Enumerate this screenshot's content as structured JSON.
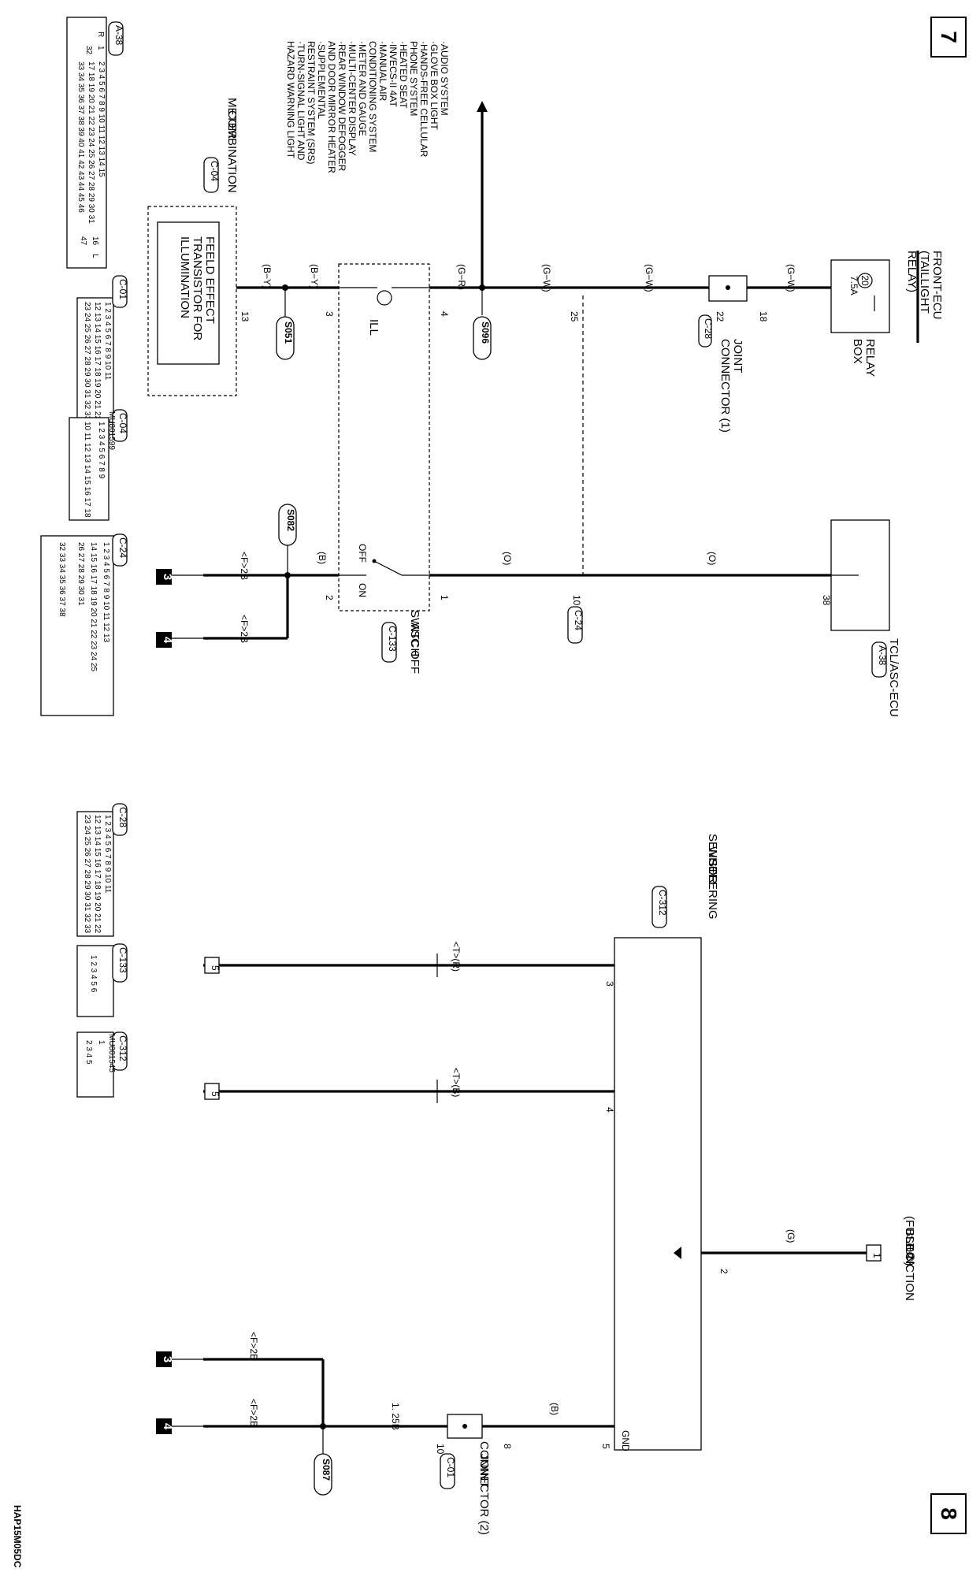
{
  "page_numbers": {
    "top": "7",
    "bottom": "8"
  },
  "figure_id": "HAP15M05DC",
  "components": {
    "front_ecu": [
      "FRONT-ECU",
      "(TAILLIGHT",
      "RELAY)"
    ],
    "relay_box": [
      "RELAY",
      "BOX"
    ],
    "fuse_number": "20",
    "fuse_rating": "7.5A",
    "joint_connector_1": [
      "JOINT",
      "CONNECTOR (1)"
    ],
    "joint_connector_1_tag": "C-28",
    "tcl_ecu": "TCL/ASC-ECU",
    "tcl_ecu_tag": "A-38",
    "asc_off_switch": [
      "ASC OFF",
      "SWITCH"
    ],
    "asc_off_switch_tag": "C-133",
    "asc_ill": "ILL",
    "asc_off_label": "OFF",
    "asc_on_label": "ON",
    "combination_meter": [
      "COMBINATION",
      "METER"
    ],
    "combination_meter_tag": "C-04",
    "fet": [
      "FEELD EFFECT",
      "TRANSISTOR FOR",
      "ILLUMINATION"
    ],
    "junction_block": [
      "JUNCTION",
      "BLOCK",
      "(FUSE②)"
    ],
    "steering_sensor": [
      "STEERING",
      "WHEEL",
      "SENSOR"
    ],
    "steering_sensor_tag": "C-312",
    "gnd_label": "GND",
    "joint_connector_2": [
      "JOINT",
      "CONNECTOR (2)"
    ],
    "joint_connector_2_tag": "C-01"
  },
  "system_list": [
    "·AUDIO SYSTEM",
    "·GLOVE BOX LIGHT",
    "·HANDS-FREE CELLULAR",
    "  PHONE SYSTEM",
    "·HEATED SEAT",
    "·INVECS-II 4AT",
    "·MANUAL AIR",
    "  CONDITIONING SYSTEM",
    "·METER AND GAUGE",
    "·MULTI-CENTER DISPLAY",
    "·REAR WINDOW DEFOGGER",
    "  AND DOOR MIRROR HEATER",
    "·SUPPLEMENTAL",
    "  RESTRAINT SYSTEM (SRS)",
    "·TURN-SIGNAL LIGHT AND",
    "  HAZARD WARNING LIGHT"
  ],
  "wire_colors": {
    "gw1": "(G−W)",
    "gw2": "(G−W)",
    "gw3": "(G−W)",
    "gr": "(G−R)",
    "by1": "(B−Y)",
    "by2": "(B−Y)",
    "o1": "(O)",
    "o2": "(O)",
    "b1": "(B)",
    "f2b1": "<F>2B",
    "f2b2": "<F>2B",
    "f2b3": "<F>2B",
    "f2b4": "<F>2B",
    "tr": "<T>(R)",
    "tb": "<T>(B)",
    "g": "(G)",
    "b2": "(B)",
    "w125": "1. 25B"
  },
  "pins": {
    "p18": "18",
    "p22": "22",
    "p25": "25",
    "p4": "4",
    "p3": "3",
    "p13": "13",
    "p38": "38",
    "p10": "10",
    "p1": "1",
    "p2": "2",
    "s3": "3",
    "s4": "4",
    "s2": "2",
    "s5": "5",
    "j8": "8",
    "j10": "10"
  },
  "c24_ref": "C-24",
  "splices": {
    "s096": "S096",
    "s051": "S051",
    "s082": "S082",
    "s087": "S087"
  },
  "continuation": {
    "a": "3",
    "b": "4",
    "c": "3",
    "d": "4",
    "e": "5",
    "f": "5",
    "g": "1"
  },
  "connector_tables": {
    "a38": {
      "tag": "A-38",
      "marks": [
        "R",
        "L"
      ],
      "circles_top": [
        "1",
        "32"
      ],
      "row1": "2 3 4 5 6 7 8 9 10 11 12 13 14 15",
      "row2": "17 18 19 20 21 22 23 24 25 26 27 28 29 30 31",
      "row3": "33 34 35 36 37 38 39 40 41 42 43 44 45 46",
      "circles_bottom": [
        "16",
        "47"
      ]
    },
    "c01": {
      "tag": "C-01",
      "rows": [
        "1 2 3 4 5 6 7 8 9 10 11",
        "12 13 14 15 16 17 18 19 20 21 22",
        "23 24 25 26 27 28 29 30 31 32 33"
      ]
    },
    "c04": {
      "tag": "C-04",
      "part_no": "MU801599",
      "rows": [
        "1 2 3 4 5 6 7 8 9",
        "10 11 12 13 14 15 16 17 18"
      ]
    },
    "c24": {
      "tag": "C-24",
      "rows": [
        "1 2 3 4 5 6 7 8 9 10 11 12 13",
        "14 15 16 17 18 19 20 21 22 23 24 25",
        "26 27 28 29 30 31",
        "32 33 34 35 36 37 38"
      ]
    },
    "c28": {
      "tag": "C-28",
      "rows": [
        "1 2 3 4 5 6 7 8 9 10 11",
        "12 13 14 15 16 17 18 19 20 21 22",
        "23 24 25 26 27 28 29 30 31 32 33"
      ]
    },
    "c133": {
      "tag": "C-133",
      "rows": [
        "1 2 3 4 5 6"
      ]
    },
    "c312": {
      "tag": "C-312",
      "part_no": "MU801545",
      "rows": [
        "1",
        "2 3 4 5"
      ]
    }
  }
}
